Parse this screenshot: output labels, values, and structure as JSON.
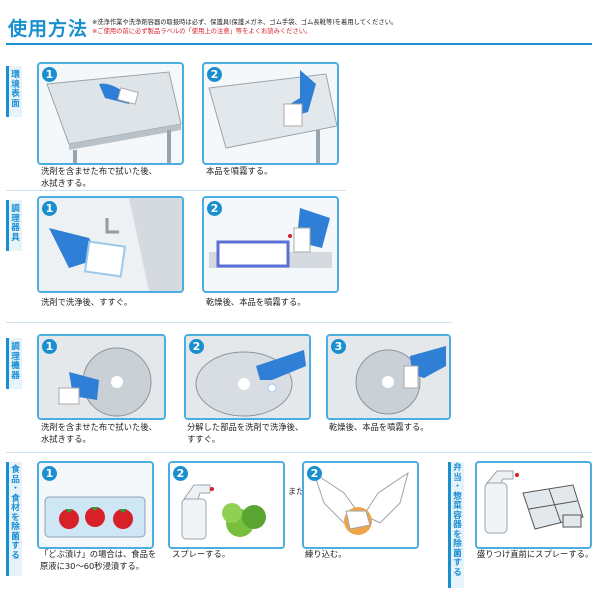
{
  "title": "使用方法",
  "notes": {
    "line1": "※洗浄作業や洗浄剤容器の取扱時は必ず、保護具(保護メガネ、ゴム手袋、ゴム長靴等)を着用してください。",
    "line2": "※ご使用の前に必ず製品ラベルの「使用上の注意」等をよくお読みください。"
  },
  "sections": {
    "s1": {
      "label": [
        "環",
        "境",
        "表",
        "面"
      ],
      "steps": [
        {
          "num": "1",
          "caption": [
            "洗剤を含ませた布で拭いた後、",
            "水拭きする。"
          ]
        },
        {
          "num": "2",
          "caption": [
            "本品を噴霧する。"
          ]
        }
      ]
    },
    "s2": {
      "label": [
        "調",
        "理",
        "器",
        "具"
      ],
      "steps": [
        {
          "num": "1",
          "caption": [
            "洗剤で洗浄後、すすぐ。"
          ]
        },
        {
          "num": "2",
          "caption": [
            "乾燥後、本品を噴霧する。"
          ]
        }
      ]
    },
    "s3": {
      "label": [
        "調",
        "理",
        "機",
        "器"
      ],
      "steps": [
        {
          "num": "1",
          "caption": [
            "洗剤を含ませた布で拭いた後、",
            "水拭きする。"
          ]
        },
        {
          "num": "2",
          "caption": [
            "分解した部品を洗剤で洗浄後、",
            "すすぐ。"
          ]
        },
        {
          "num": "3",
          "caption": [
            "乾燥後、本品を噴霧する。"
          ]
        }
      ]
    },
    "s4": {
      "label": [
        "食",
        "品",
        "・",
        "食",
        "材",
        "を",
        "除",
        "菌",
        "す",
        "る"
      ],
      "steps": [
        {
          "num": "1",
          "caption": [
            "「どぶ漬け」の場合は、食品を",
            "原液に30〜60秒浸漬する。"
          ]
        },
        {
          "num": "2",
          "caption": [
            "スプレーする。"
          ]
        },
        {
          "num": "2",
          "caption": [
            "練り込む。"
          ]
        }
      ],
      "or_label": "または"
    },
    "s5": {
      "label": [
        "弁",
        "当",
        "・",
        "惣",
        "菜",
        "容",
        "器",
        "を",
        "除",
        "菌",
        "す",
        "る"
      ],
      "steps": [
        {
          "num": "",
          "caption": [
            "盛りつけ直前にスプレーする。"
          ]
        }
      ]
    }
  },
  "colors": {
    "accent": "#1a8fd0",
    "panel_border": "#4aaee2",
    "warning": "#d8202a",
    "glove": "#2f7fd6"
  }
}
